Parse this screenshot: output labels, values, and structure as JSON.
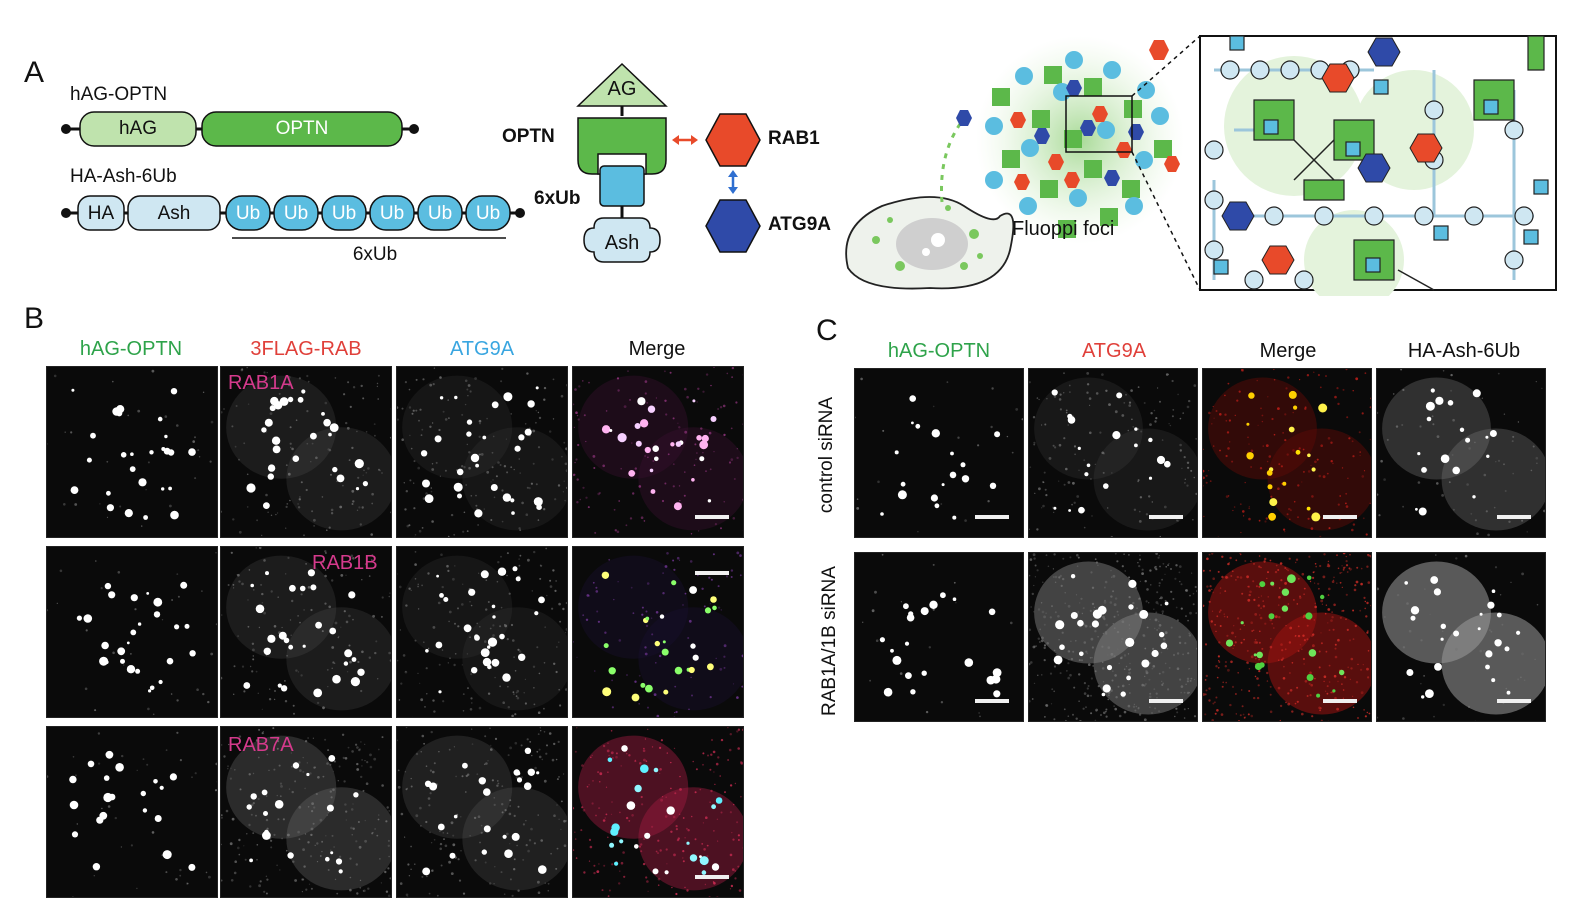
{
  "panel_a": {
    "letter": "A",
    "construct1": {
      "name": "hAG-OPTN",
      "domains": [
        "hAG",
        "OPTN"
      ]
    },
    "construct2": {
      "name": "HA-Ash-6Ub",
      "domains": [
        "HA",
        "Ash",
        "Ub",
        "Ub",
        "Ub",
        "Ub",
        "Ub",
        "Ub"
      ],
      "bracket_label": "6xUb"
    },
    "model": {
      "ag": "AG",
      "optn": "OPTN",
      "ub": "6xUb",
      "ash": "Ash",
      "rab1": "RAB1",
      "atg9a": "ATG9A"
    },
    "foci_label": "Fluoppi foci"
  },
  "panel_b": {
    "letter": "B",
    "columns": [
      "hAG-OPTN",
      "3FLAG-RAB",
      "ATG9A",
      "Merge"
    ],
    "column_colors": [
      "#2ea34a",
      "#e0403a",
      "#3aa6e0",
      "#111111"
    ],
    "rows": [
      {
        "tag": "RAB1A"
      },
      {
        "tag": "RAB1B"
      },
      {
        "tag": "RAB7A"
      }
    ]
  },
  "panel_c": {
    "letter": "C",
    "columns": [
      "hAG-OPTN",
      "ATG9A",
      "Merge",
      "HA-Ash-6Ub"
    ],
    "column_colors": [
      "#2ea34a",
      "#e0403a",
      "#111111",
      "#111111"
    ],
    "rows": [
      "control siRNA",
      "RAB1A/1B siRNA"
    ]
  },
  "colors": {
    "green": "#5cb84a",
    "light_green": "#b9e2a8",
    "blue": "#5bbde0",
    "light_blue": "#cfe7f2",
    "red": "#e84a2a",
    "navy": "#2f4aa8"
  }
}
